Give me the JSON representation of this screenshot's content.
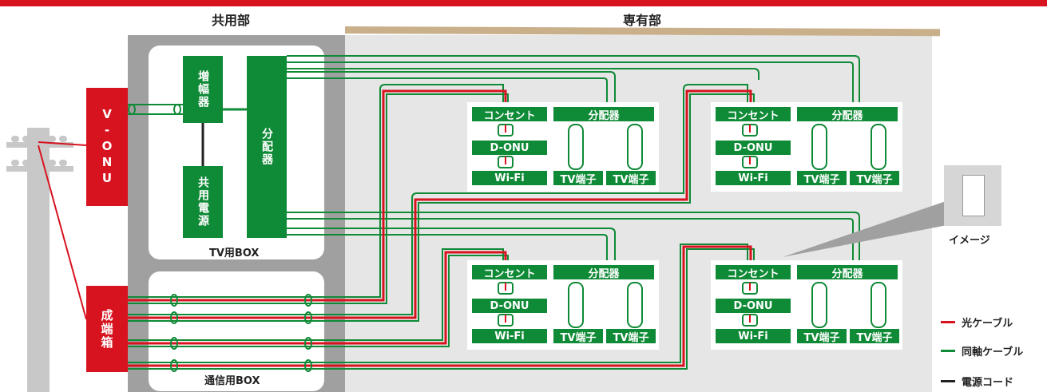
{
  "sections": {
    "shared": "共用部",
    "private": "専有部"
  },
  "devices": {
    "vonu": "V-ONU",
    "termination": "成端箱",
    "amplifier": "増幅器",
    "power_supply": "共用電源",
    "splitter_main": "分配器",
    "tv_box": "TV用BOX",
    "comm_box": "通信用BOX"
  },
  "units": [
    {
      "outlet": "コンセント",
      "onu": "D-ONU",
      "wifi": "Wi-Fi",
      "splitter": "分配器",
      "tv1": "TV端子",
      "tv2": "TV端子"
    },
    {
      "outlet": "コンセント",
      "onu": "D-ONU",
      "wifi": "Wi-Fi",
      "splitter": "分配器",
      "tv1": "TV端子",
      "tv2": "TV端子"
    },
    {
      "outlet": "コンセント",
      "onu": "D-ONU",
      "wifi": "Wi-Fi",
      "splitter": "分配器",
      "tv1": "TV端子",
      "tv2": "TV端子"
    },
    {
      "outlet": "コンセント",
      "onu": "D-ONU",
      "wifi": "Wi-Fi",
      "splitter": "分配器",
      "tv1": "TV端子",
      "tv2": "TV端子"
    }
  ],
  "image_caption": "イメージ",
  "legend": {
    "fiber": "光ケーブル",
    "coax": "同軸ケーブル",
    "power": "電源コード"
  },
  "colors": {
    "fiber": "#d7131f",
    "coax": "#0f8a36",
    "power": "#222222"
  }
}
